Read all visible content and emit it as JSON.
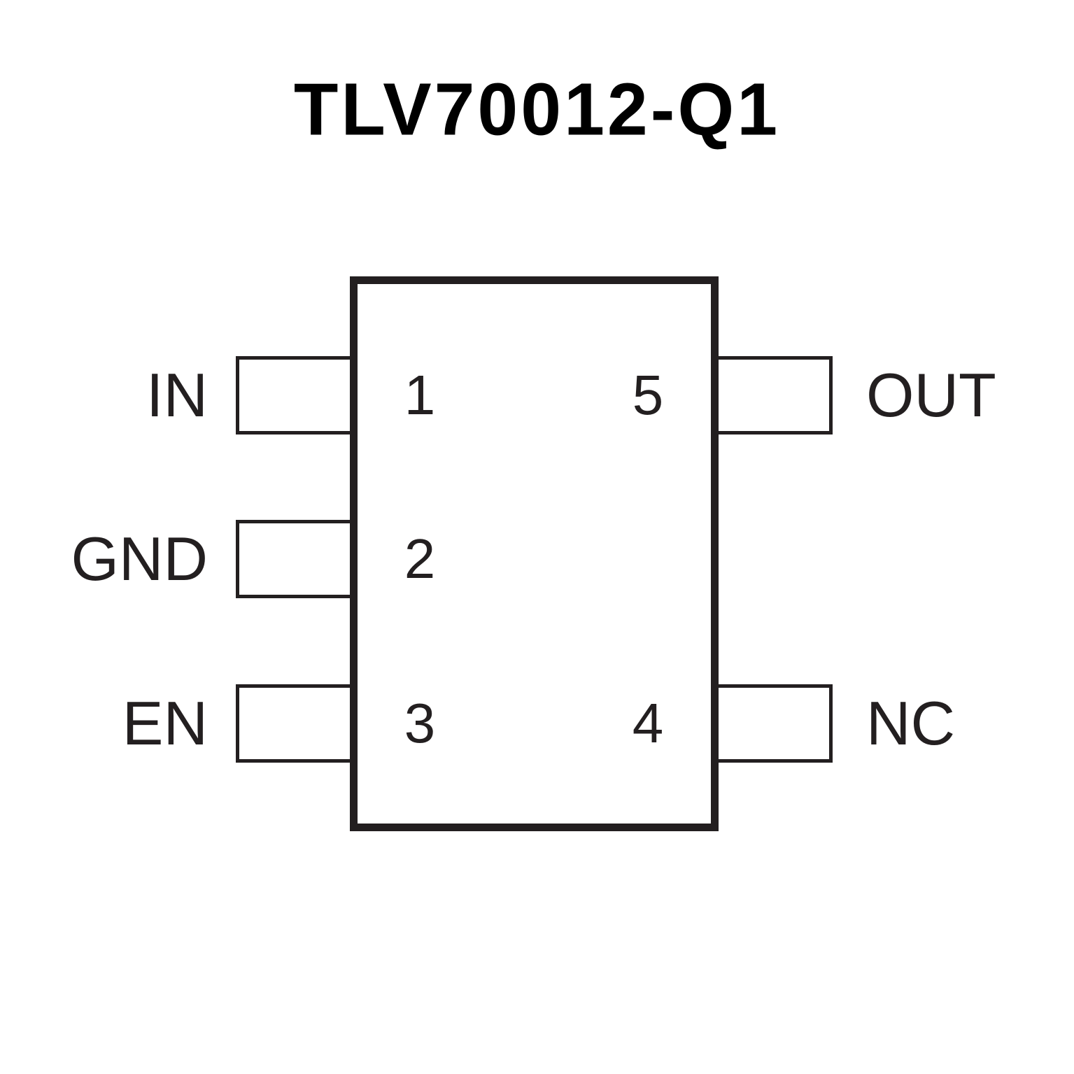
{
  "title": "TLV70012-Q1",
  "chip": {
    "package_pins": {
      "left": [
        {
          "number": "1",
          "label": "IN"
        },
        {
          "number": "2",
          "label": "GND"
        },
        {
          "number": "3",
          "label": "EN"
        }
      ],
      "right": [
        {
          "number": "5",
          "label": "OUT"
        },
        {
          "number": "4",
          "label": "NC"
        }
      ]
    }
  },
  "colors": {
    "line": "#231f20",
    "title_text": "#000000",
    "background": "#ffffff"
  }
}
